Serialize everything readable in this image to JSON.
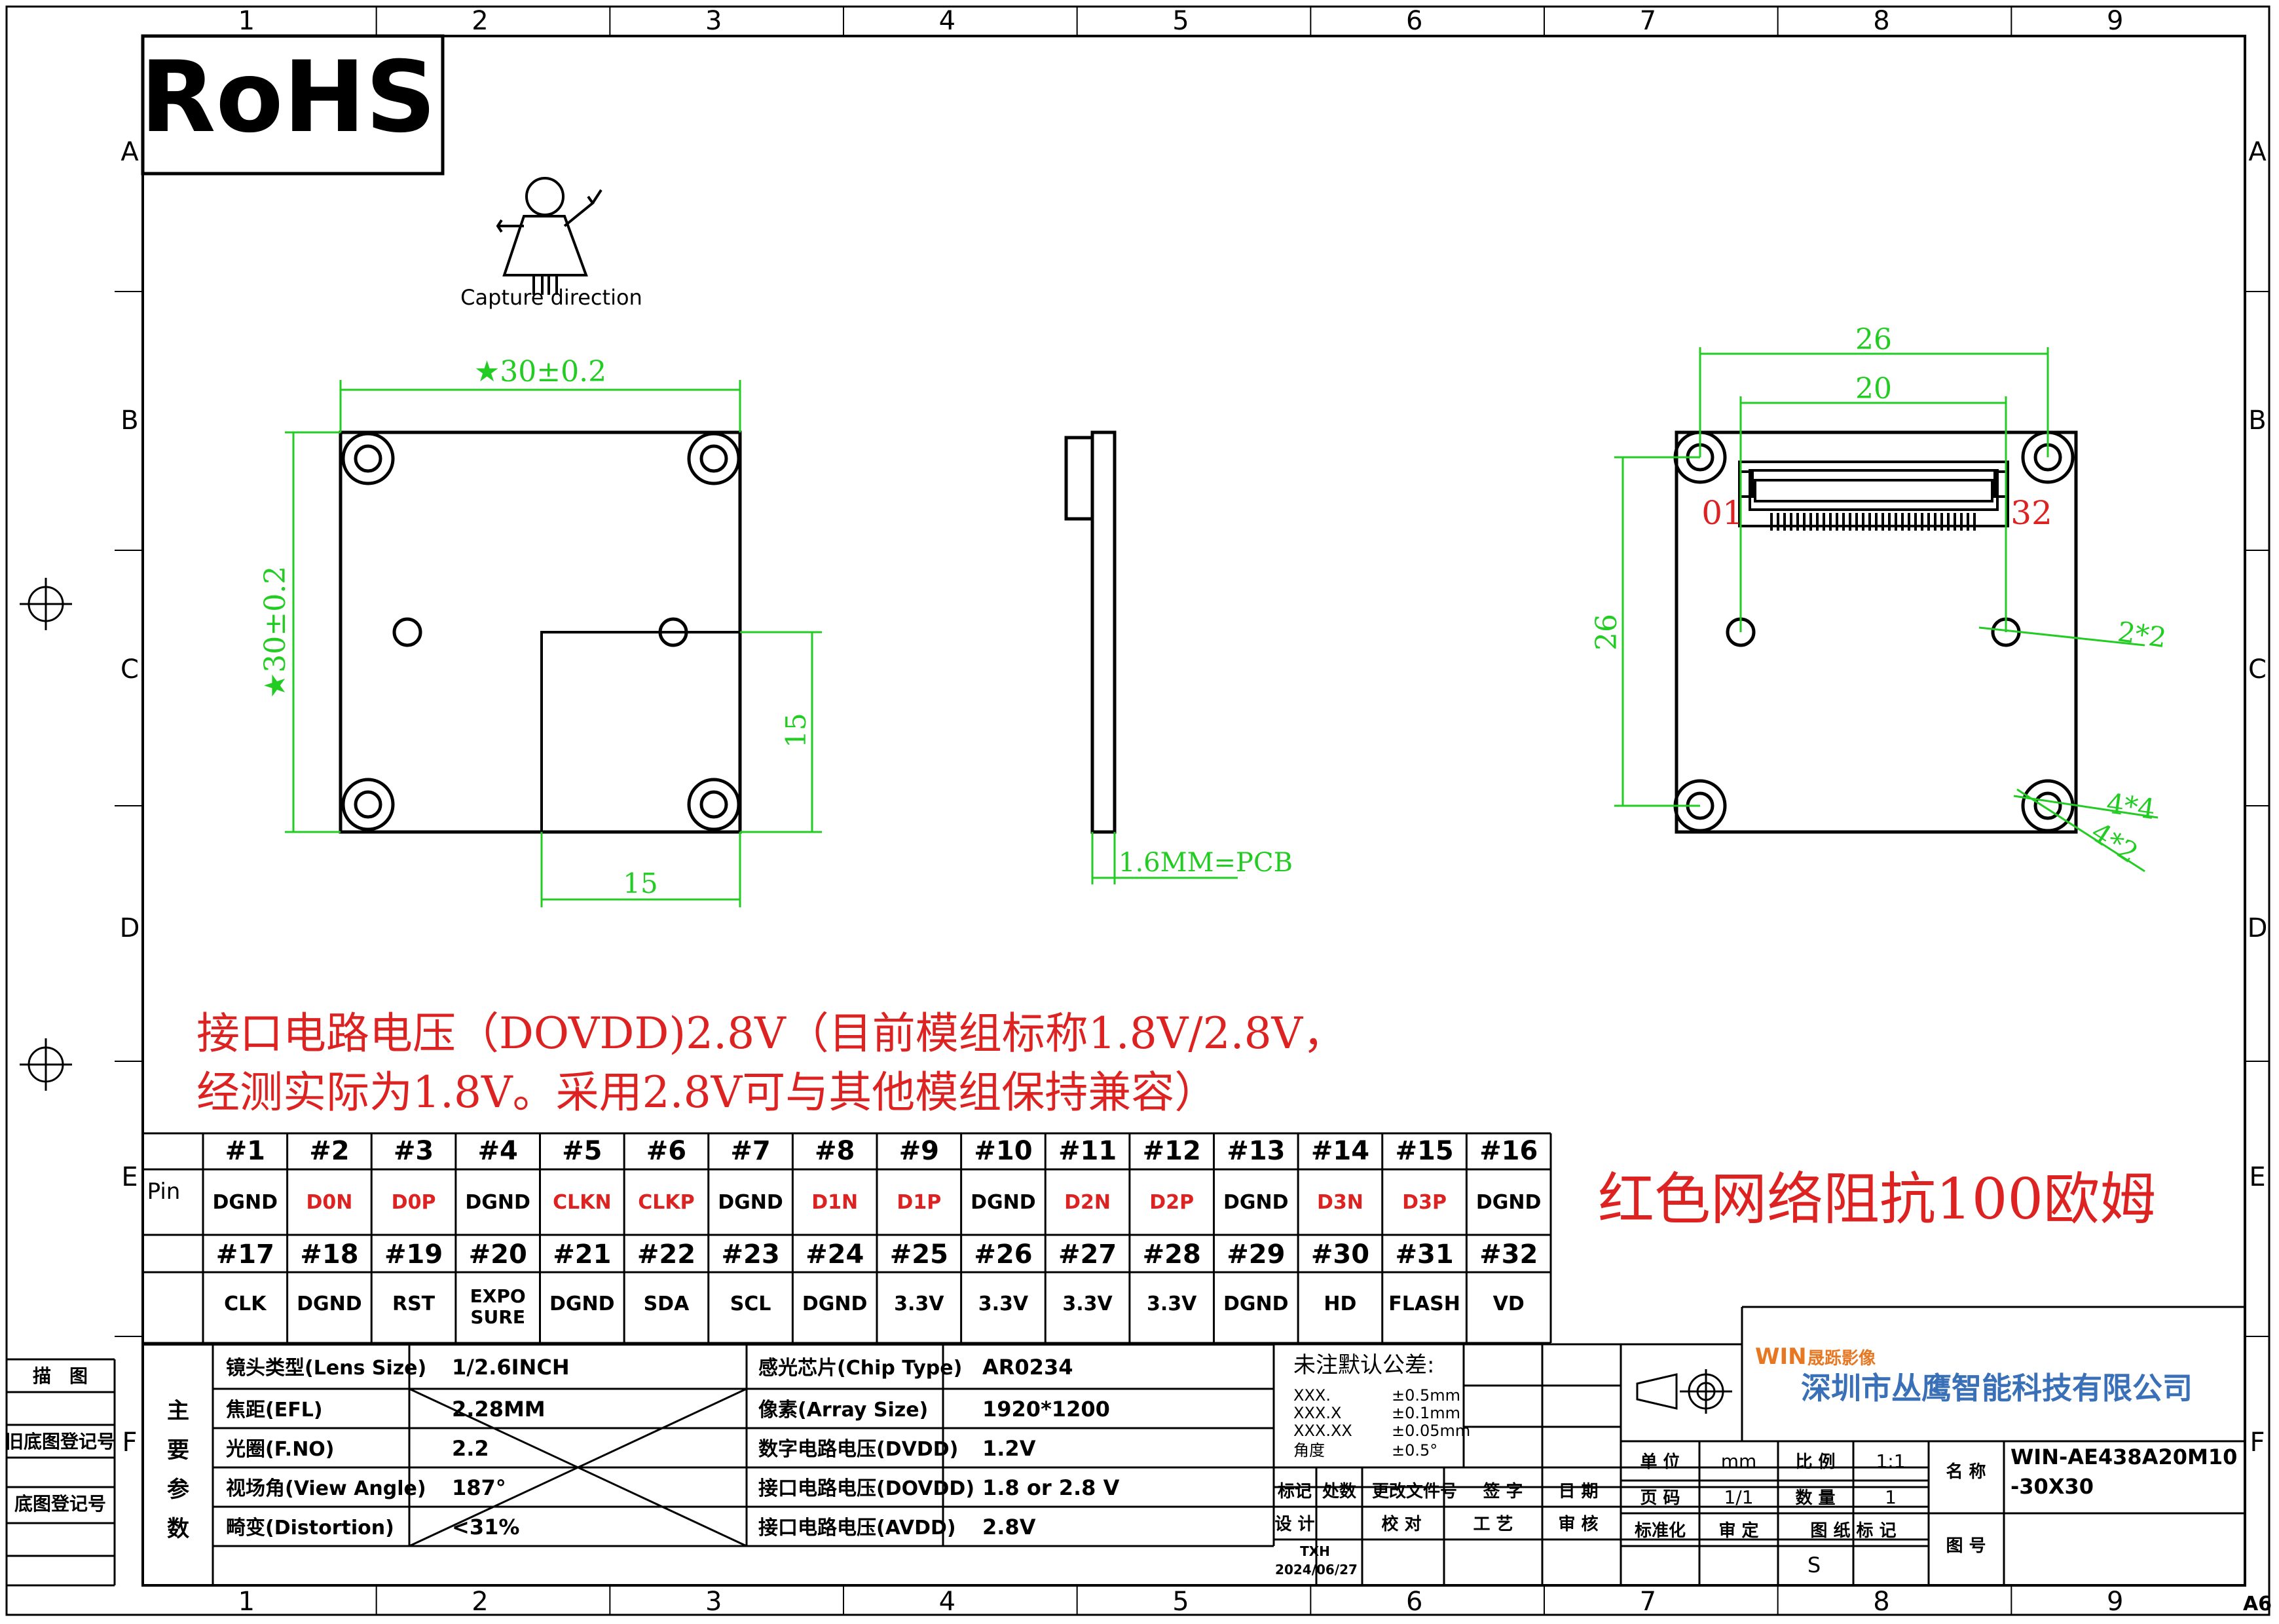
{
  "frame": {
    "col_labels": [
      "1",
      "2",
      "3",
      "4",
      "5",
      "6",
      "7",
      "8",
      "9"
    ],
    "row_labels": [
      "A",
      "B",
      "C",
      "D",
      "E",
      "F"
    ],
    "sheet_size": "A6"
  },
  "rohs": "RoHS",
  "capture_direction": "Capture direction",
  "colors": {
    "green": "#22cc22",
    "red": "#dd2222",
    "black": "#000000",
    "orange": "#e87722",
    "blue_logo": "#3a70b8"
  },
  "dimensions": {
    "top_width": "★30±0.2",
    "left_height": "★30±0.2",
    "inner_right": "15",
    "inner_bottom": "15",
    "pcb": "1.6MM=PCB",
    "hole_span_outer": "26",
    "connector_span": "20",
    "hole_span_vertical": "26",
    "hole_small": "2*2",
    "hole_large_1": "4*4",
    "hole_large_2": "4*2",
    "pin_first": "01",
    "pin_last": "32"
  },
  "note": {
    "line1": "接口电路电压（DOVDD)2.8V（目前模组标称1.8V/2.8V，",
    "line2": "经测实际为1.8V。采用2.8V可与其他模组保持兼容）"
  },
  "impedance_note": "红色网络阻抗100欧姆",
  "pin_table": {
    "header": "Pin",
    "rows": [
      {
        "pins": [
          "#1",
          "#2",
          "#3",
          "#4",
          "#5",
          "#6",
          "#7",
          "#8",
          "#9",
          "#10",
          "#11",
          "#12",
          "#13",
          "#14",
          "#15",
          "#16"
        ],
        "signals": [
          "DGND",
          "D0N",
          "D0P",
          "DGND",
          "CLKN",
          "CLKP",
          "DGND",
          "D1N",
          "D1P",
          "DGND",
          "D2N",
          "D2P",
          "DGND",
          "D3N",
          "D3P",
          "DGND"
        ],
        "red": [
          false,
          true,
          true,
          false,
          true,
          true,
          false,
          true,
          true,
          false,
          true,
          true,
          false,
          true,
          true,
          false
        ]
      },
      {
        "pins": [
          "#17",
          "#18",
          "#19",
          "#20",
          "#21",
          "#22",
          "#23",
          "#24",
          "#25",
          "#26",
          "#27",
          "#28",
          "#29",
          "#30",
          "#31",
          "#32"
        ],
        "signals": [
          "CLK",
          "DGND",
          "RST",
          "EXPO SURE",
          "DGND",
          "SDA",
          "SCL",
          "DGND",
          "3.3V",
          "3.3V",
          "3.3V",
          "3.3V",
          "DGND",
          "HD",
          "FLASH",
          "VD"
        ],
        "red": [
          false,
          false,
          false,
          false,
          false,
          false,
          false,
          false,
          false,
          false,
          false,
          false,
          false,
          false,
          false,
          false
        ]
      }
    ]
  },
  "left_stamps": [
    "描　图",
    "旧底图登记号",
    "底图登记号"
  ],
  "params": {
    "side_label": [
      "主",
      "要",
      "参",
      "数"
    ],
    "left": [
      {
        "label": "镜头类型(Lens Size)",
        "value": "1/2.6INCH"
      },
      {
        "label": "焦距(EFL)",
        "value": "2.28MM"
      },
      {
        "label": "光圈(F.NO)",
        "value": "2.2"
      },
      {
        "label": "视场角(View Angle)",
        "value": "187°"
      },
      {
        "label": "畸变(Distortion)",
        "value": "<31%"
      }
    ],
    "right": [
      {
        "label": "感光芯片(Chip Type)",
        "value": "AR0234"
      },
      {
        "label": "像素(Array Size)",
        "value": "1920*1200"
      },
      {
        "label": "数字电路电压(DVDD)",
        "value": "1.2V"
      },
      {
        "label": "接口电路电压(DOVDD)",
        "value": "1.8 or 2.8 V"
      },
      {
        "label": "接口电路电压(AVDD)",
        "value": "2.8V"
      }
    ]
  },
  "tolerance": {
    "title": "未注默认公差:",
    "rows": [
      [
        "XXX.",
        "±0.5mm"
      ],
      [
        "XXX.X",
        "±0.1mm"
      ],
      [
        "XXX.XX",
        "±0.05mm"
      ],
      [
        "角度",
        "±0.5°"
      ]
    ]
  },
  "revision": {
    "headers": [
      "标记",
      "处数",
      "更改文件号",
      "签 字",
      "日 期"
    ],
    "design_row": [
      "设 计",
      "校 对",
      "工 艺",
      "审 核"
    ],
    "designer": "TXH",
    "date": "2024/06/27"
  },
  "company": {
    "logo_win": "WIN",
    "logo_cn": "晟跞影像",
    "name": "深圳市丛鹰智能科技有限公司"
  },
  "titleblock": {
    "unit_label": "单 位",
    "unit": "mm",
    "scale_label": "比 例",
    "scale": "1:1",
    "page_label": "页 码",
    "page": "1/1",
    "qty_label": "数 量",
    "qty": "1",
    "std_label": "标准化",
    "review_label": "审 定",
    "marking_label": "图 纸 标 记",
    "marking": "S",
    "name_label": "名 称",
    "name": "WIN-AE438A20M10-30X30",
    "name_line1": "WIN-AE438A20M10",
    "name_line2": "-30X30",
    "drawing_no_label": "图 号"
  }
}
